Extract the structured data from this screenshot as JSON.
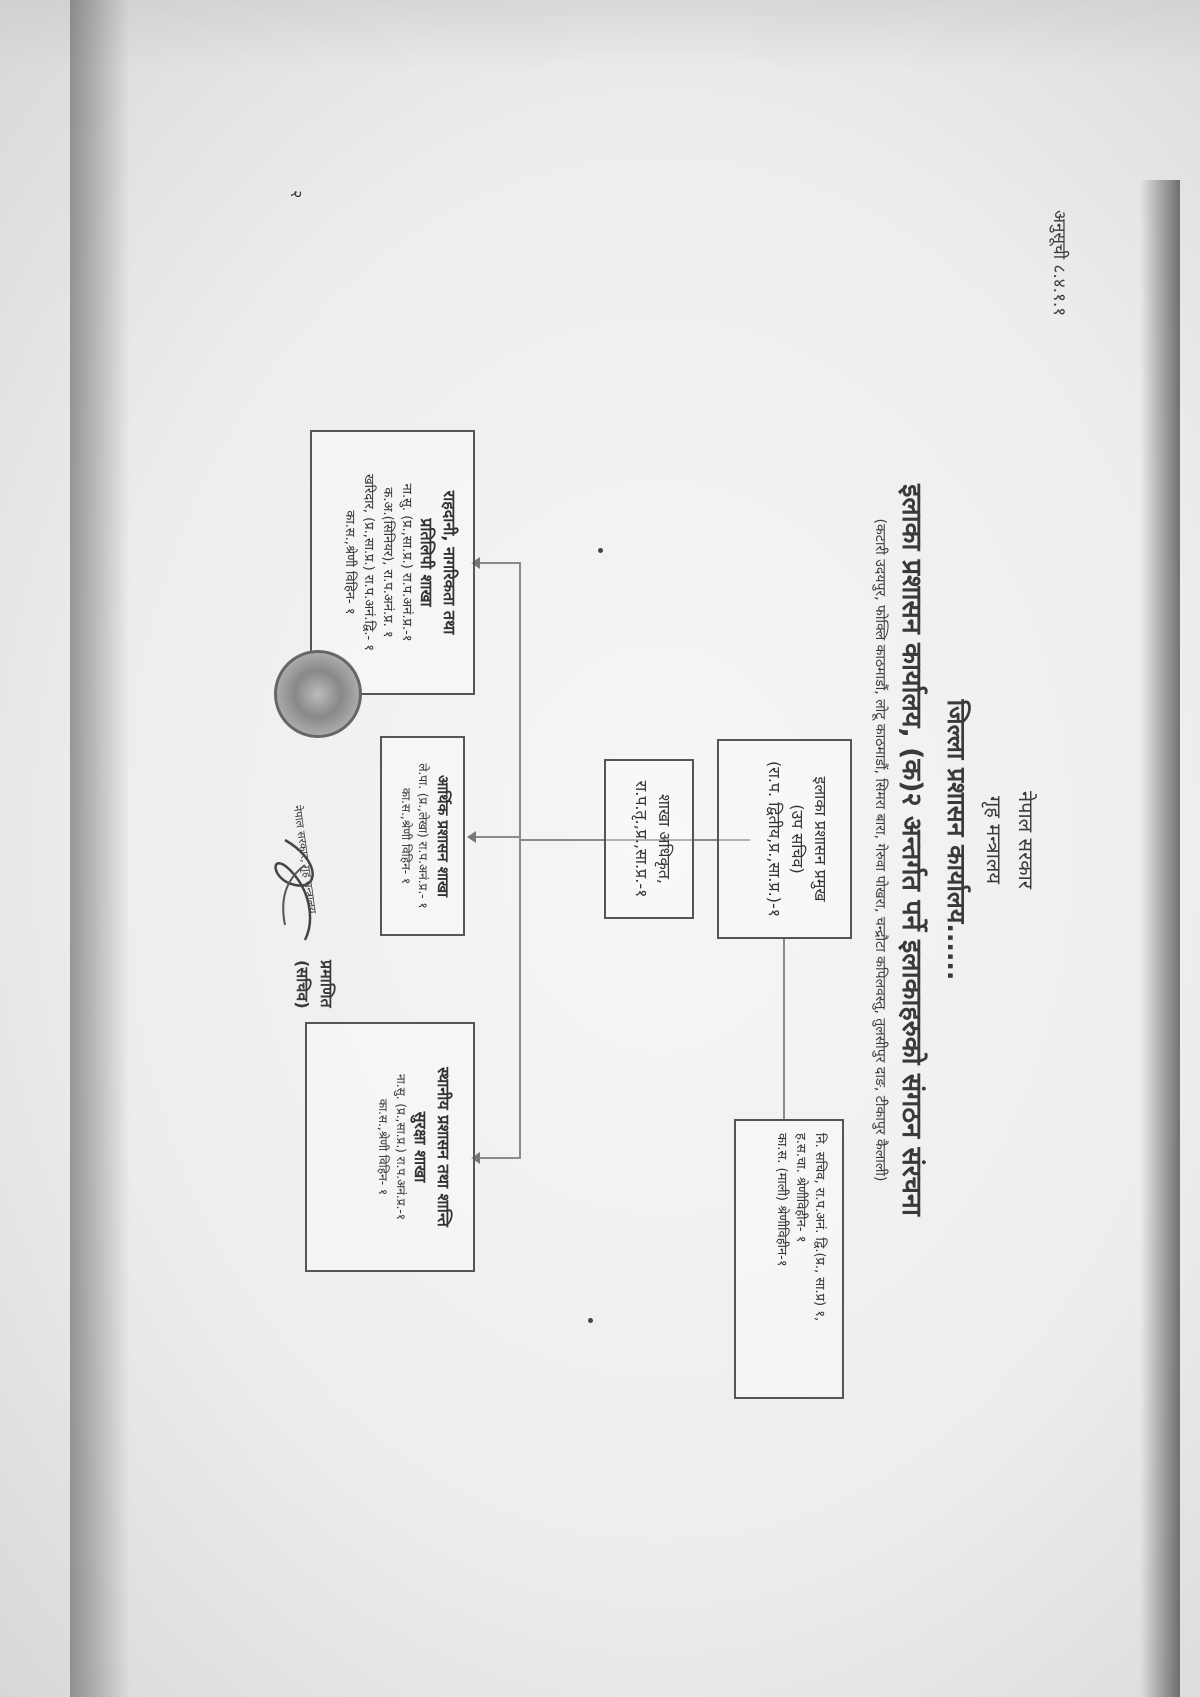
{
  "annex_label": "अनुसूची ८.४.१.१",
  "header": {
    "line1": "नेपाल सरकार",
    "line2": "गृह मन्त्रालय",
    "line3": "जिल्ला प्रशासन कार्यालय......"
  },
  "title": "इलाका प्रशासन कार्यालय, (क)२ अन्तर्गत पर्ने इलाकाहरुको संगठन संरचना",
  "subtitle": "(कटारी उदयपुर, फोक्लि काठमाडौं, लोटू काठमाडौं, सिमरा बारा, गेरुवा पोखरा, चन्द्रौटा कपिलवस्तु, तुलसीपुर दाङ, टीकापुर कैलाली)",
  "chief_box": {
    "line1": "इलाका प्रशासन प्रमुख",
    "line2": "(उप सचिव)",
    "line3": "(रा.प. द्वितीय,प्र.,सा.प्र.)-१"
  },
  "side_box": {
    "line1": "नि. सचिव, रा.प.अनं. द्वि.(प्र., सा.प्र) १,",
    "line2": "ह.स.चा. श्रेणीविहीन- १",
    "line3": "का.स. (माली) श्रेणीविहीन-१"
  },
  "officer_box": {
    "line1": "शाखा अधिकृत,",
    "line2": "रा.प.तृ.,प्र.,सा.प्र.-१"
  },
  "branch_left": {
    "line1": "राहदानी, नागरिकता तथा",
    "line2": "प्रतिलिपी शाखा",
    "line3": "ना.सु. (प्र.,सा.प्र.) रा.प.अनं.प्र.-१",
    "line4": "क.अ.(सिनियर), रा.प.अनं.प्र. १",
    "line5": "खरिदार, (प्र.,सा.प्र.) रा.प.अनं.द्वि.- १",
    "line6": "का.स.,श्रेणी विहिन- १"
  },
  "branch_middle": {
    "line1": "आर्थिक प्रशासन शाखा",
    "line2": "ले.पा. (प्र.,लेखा) रा.प.अनं.प्र.- १",
    "line3": "का.स.,श्रेणी विहिन- १"
  },
  "branch_right": {
    "line1": "स्थानीय प्रशासन तथा शान्ति",
    "line2": "सुरक्षा शाखा",
    "line3": "ना.सु. (प्र.,सा.प्र.) रा.प.अनं.प्र.-१",
    "line4": "का.स.,श्रेणी विहिन- १"
  },
  "seal_text": "नेपाल सरकार, गृह मन्त्रालय",
  "signature_name": "प्रमाणित",
  "signature_title": "(सचिव)",
  "page_number": "२"
}
